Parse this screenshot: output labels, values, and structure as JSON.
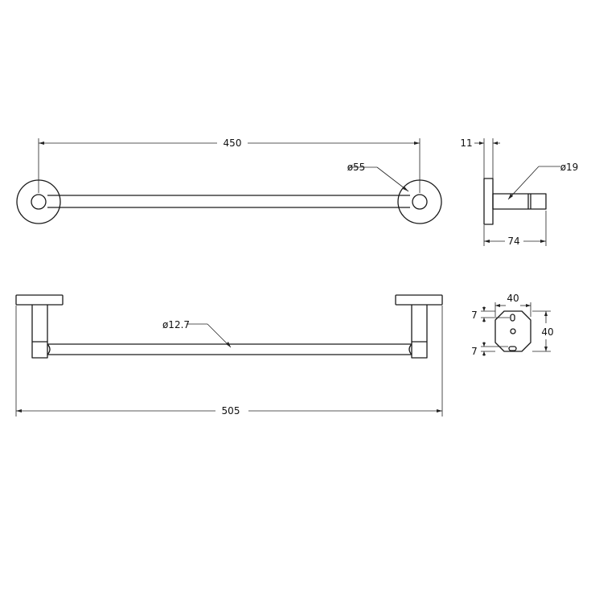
{
  "dimensions": {
    "front_span": "450",
    "rosette_diameter": "ø55",
    "plate_thickness": "11",
    "post_diameter": "ø19",
    "projection": "74",
    "bar_diameter": "ø12.7",
    "overall_length": "505",
    "mount_width": "40",
    "mount_height": "40",
    "hole_offset_top": "7",
    "hole_offset_bottom": "7"
  }
}
